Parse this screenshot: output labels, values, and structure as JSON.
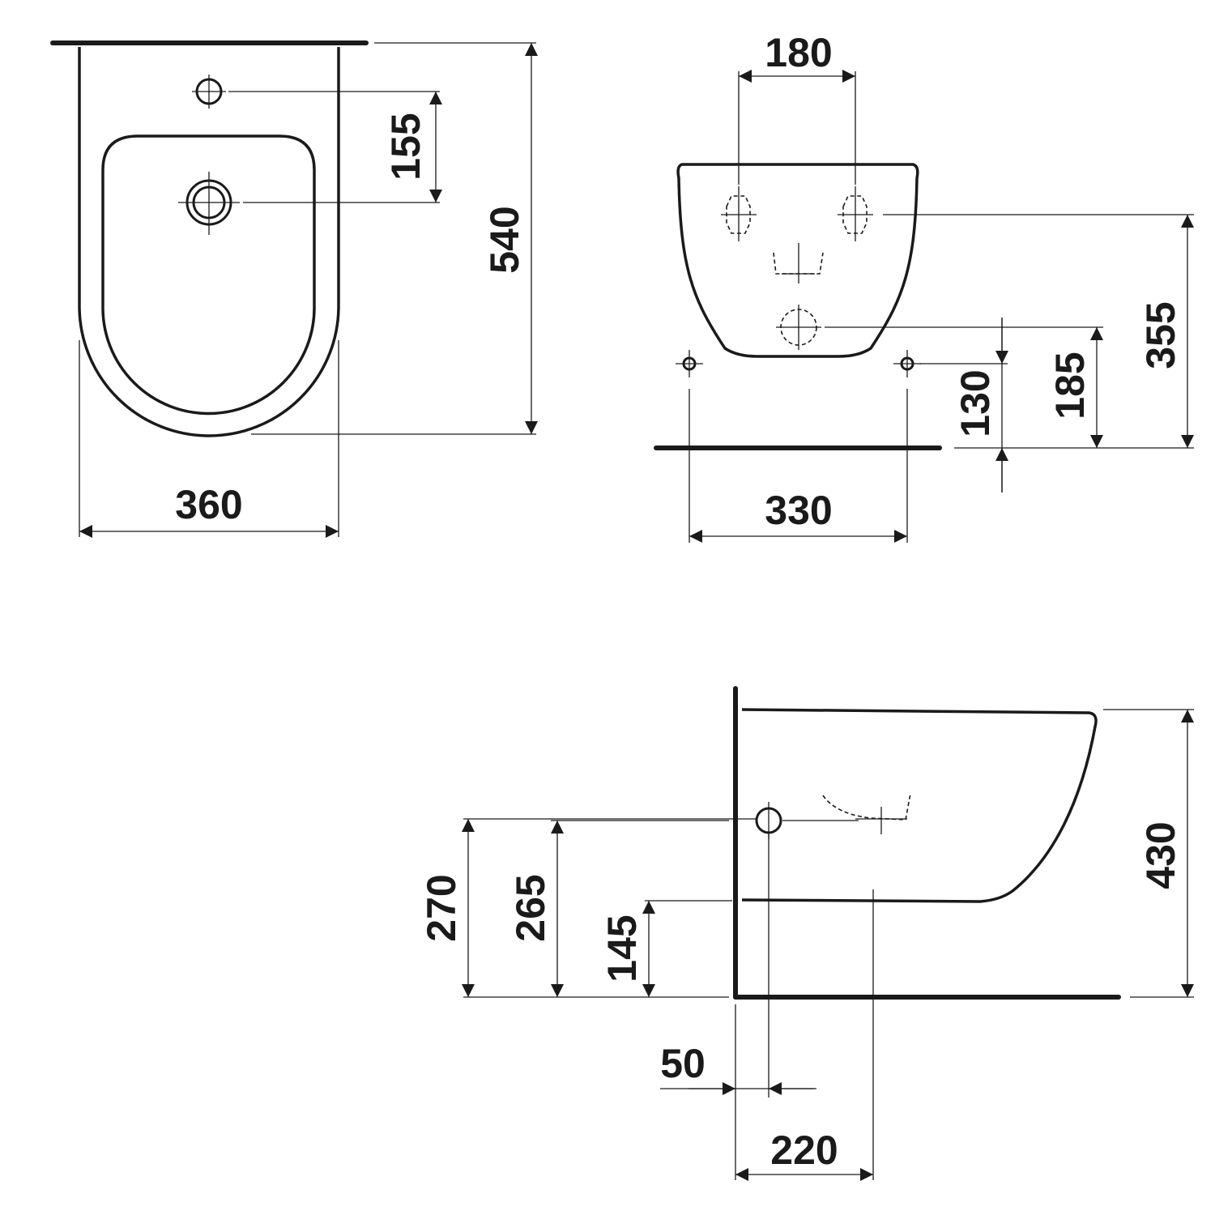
{
  "views": {
    "top": {
      "width_label": "360",
      "depth_label": "540",
      "tap_hole_label": "155"
    },
    "front": {
      "fixing_spacing_label": "180",
      "bolt_spacing_label": "330",
      "fixing_height_label": "355",
      "waste_height_label": "185",
      "bolt_height_label": "130"
    },
    "side": {
      "total_height_label": "430",
      "inlet_height_label": "270",
      "waste_outlet_height_label": "265",
      "base_height_label": "145",
      "waste_offset_label": "50",
      "projection_label": "220"
    }
  }
}
